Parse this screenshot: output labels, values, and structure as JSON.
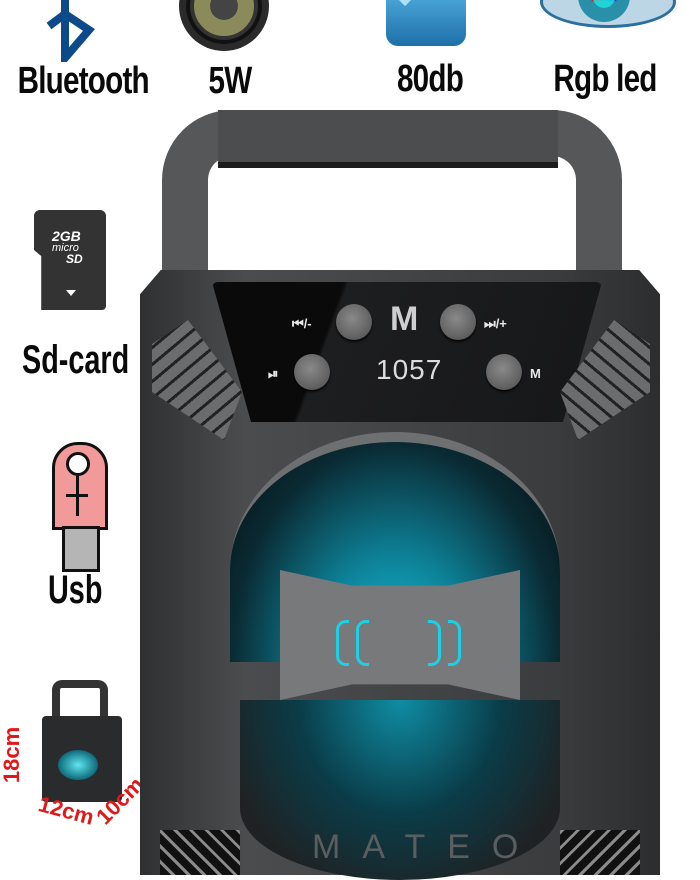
{
  "features": [
    {
      "label": "Bluetooth",
      "icon": "bluetooth-icon",
      "color": "#0d4a8a"
    },
    {
      "label": "5W",
      "icon": "speaker-driver-icon"
    },
    {
      "label": "80db",
      "icon": "signal-waves-icon",
      "color": "#1f86c8"
    },
    {
      "label": "Rgb led",
      "icon": "rgb-eye-icon"
    }
  ],
  "side_features": [
    {
      "label": "Sd-card",
      "icon": "micro-sd-card-icon",
      "card_text": [
        "2GB",
        "micro",
        "SD"
      ]
    },
    {
      "label": "Usb",
      "icon": "usb-drive-icon",
      "color": "#f29a9a"
    }
  ],
  "dimensions": {
    "height": "18cm",
    "width": "12cm",
    "depth": "10cm",
    "color": "#e01818"
  },
  "speaker": {
    "display_value": "1057",
    "brand_logo": "M",
    "brand_name": "MATEO",
    "buttons": [
      {
        "id": "prev",
        "label": "⏮/-"
      },
      {
        "id": "next",
        "label": "⏭/+"
      },
      {
        "id": "play",
        "label": "⏯"
      },
      {
        "id": "mode",
        "label": "M"
      }
    ],
    "light_color": "#17c4de",
    "body_color": "#3d3f41"
  }
}
